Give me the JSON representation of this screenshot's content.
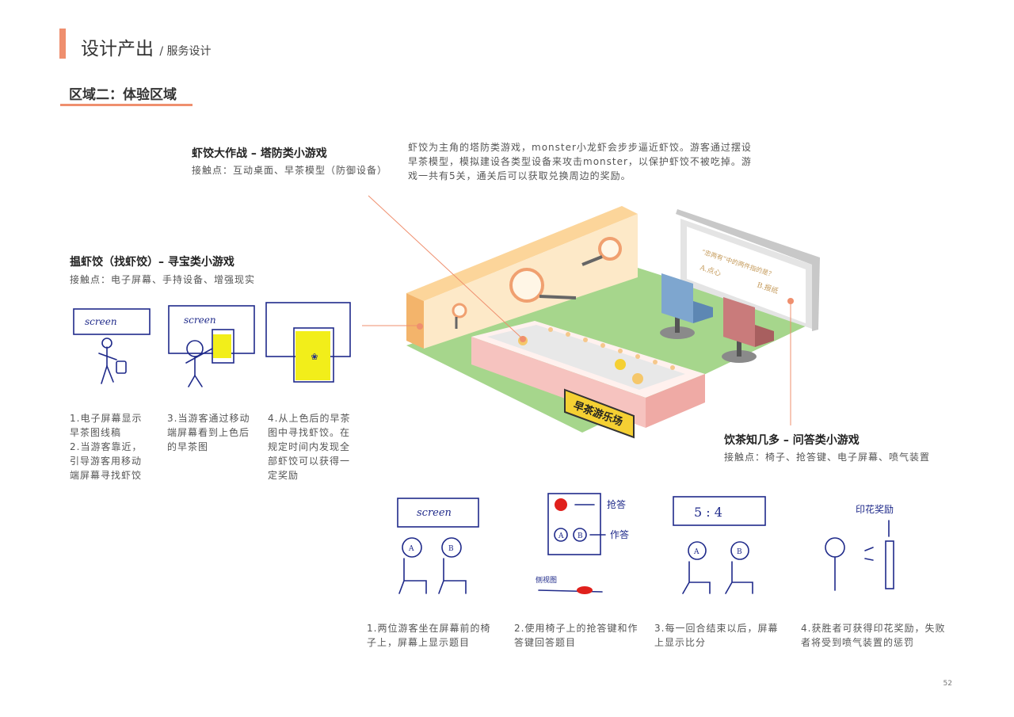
{
  "header": {
    "title": "设计产出",
    "subtitle": "/ 服务设计"
  },
  "section": {
    "title": "区域二：体验区域"
  },
  "tower_game": {
    "title": "虾饺大作战 – 塔防类小游戏",
    "touchpoints": "接触点：互动桌面、早茶模型（防御设备）",
    "description": "虾饺为主角的塔防类游戏，monster小龙虾会步步逼近虾饺。游客通过摆设早茶模型，模拟建设各类型设备来攻击monster，以保护虾饺不被吃掉。游戏一共有5关，通关后可以获取兑换周边的奖励。"
  },
  "treasure_game": {
    "title": "揾虾饺（找虾饺）– 寻宝类小游戏",
    "touchpoints": "接触点：电子屏幕、手持设备、增强现实",
    "sketch_word": "screen",
    "steps": [
      "1.电子屏幕显示早茶图线稿\n2.当游客靠近，引导游客用移动端屏幕寻找虾饺",
      "3.当游客通过移动端屏幕看到上色后的早茶图",
      "4.从上色后的早茶图中寻找虾饺。在规定时间内发现全部虾饺可以获得一定奖励"
    ]
  },
  "quiz_game": {
    "title": "饮茶知几多 – 问答类小游戏",
    "touchpoints": "接触点：椅子、抢答键、电子屏幕、喷气装置",
    "sketch_labels": {
      "screen": "screen",
      "seat_a": "A",
      "seat_b": "B",
      "buzzer": "抢答",
      "answer": "作答",
      "side": "侧视图",
      "score": "5 : 4",
      "reward": "印花奖励"
    },
    "steps": [
      "1.两位游客坐在屏幕前的椅子上，屏幕上显示题目",
      "2.使用椅子上的抢答键和作答键回答题目",
      "3.每一回合结束以后，屏幕上显示比分",
      "4.获胜者可获得印花奖励，失败者将受到喷气装置的惩罚"
    ]
  },
  "illustration": {
    "sign": "早茶游乐场",
    "screen_question": "“忠两有”中的两件指的是？",
    "option_a": "A.点心",
    "option_b": "B.报纸"
  },
  "page_number": "52",
  "colors": {
    "accent": "#ef8f6e",
    "sketch_ink": "#1f2a8a",
    "floor": "#a6d68c",
    "wall": "#fde9c8",
    "table": "#f6c3bf",
    "chair_blue": "#7ea6cf",
    "chair_red": "#c97b7b",
    "sign_yellow": "#f5d033"
  }
}
